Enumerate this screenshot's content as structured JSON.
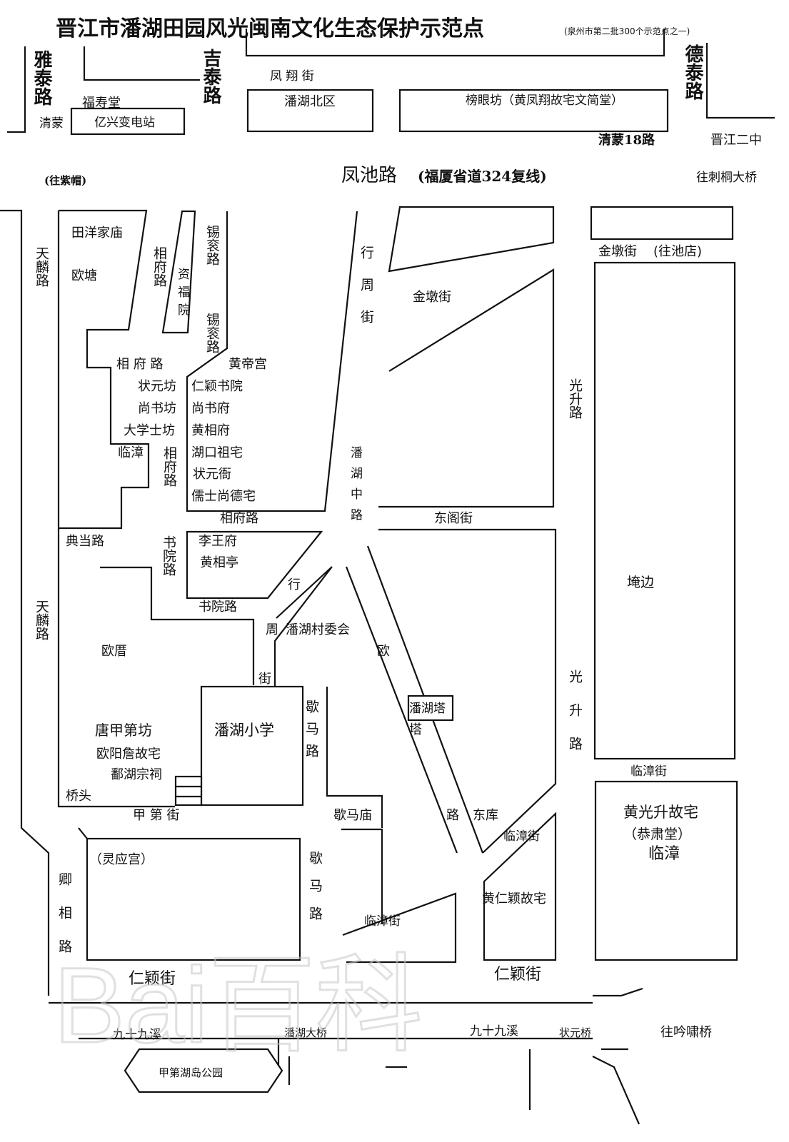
{
  "title": "晋江市潘湖田园风光闽南文化生态保护示范点",
  "subtitle": "(泉州市第二批300个示范点之一)",
  "roads": {
    "yatai": "雅泰路",
    "jitai": "吉泰路",
    "detai": "德泰路",
    "fengxiang": "凤 翔 街",
    "qingmeng": "清蒙",
    "qingmeng18": "清蒙18路",
    "fengchi": "凤池路",
    "fengchi_note": "(福厦省道324复线)",
    "to_ziMao": "(往紫帽)",
    "to_citong": "往刺桐大桥",
    "tianlin_1": "天麟路",
    "tianlin_2": "天麟路",
    "xiangfu_v1": "相府路",
    "xigun_1": "锡衮路",
    "xigun_2": "锡衮路",
    "xiangfu_h": "相 府 路",
    "xiangfu_v2": "相府路",
    "xiangfu_h2": "相府路",
    "xingzhou_1": "行周街",
    "xingzhou_2": "行",
    "xingzhou_3": "周",
    "xingzhou_4": "街",
    "jindun_1": "金墩街",
    "jindun_2": "金墩街",
    "to_chidian": "(往池店)",
    "guangsheng_1": "光升路",
    "guangsheng_2": "光升路",
    "panhu_mid": "潘湖中路",
    "dongge": "东阁街",
    "diandang": "典当路",
    "shuyuan_v": "书院路",
    "shuyuan_h": "书院路",
    "ou_road": "欧",
    "ou_road2": "路",
    "xiema_1": "歇马路",
    "xiema_2": "歇马路",
    "jiadi": "甲 第 街",
    "linzhang_1": "临漳街",
    "linzhang_2": "临漳街",
    "linzhang_3": "临漳街",
    "qingxiang": "卿相路",
    "renying_1": "仁颖街",
    "renying_2": "仁颖街",
    "jiushijiu_1": "九十九溪",
    "jiushijiu_2": "九十九溪",
    "panhu_bridge": "潘湖大桥",
    "zhuangyuan_bridge": "状元桥",
    "to_yinxiao": "往吟啸桥",
    "linzhang_gate": "临漳"
  },
  "places": {
    "fushoutang": "福寿堂",
    "yixing": "亿兴变电站",
    "panhu_north": "潘湖北区",
    "bangyan": "榜眼坊（黄凤翔故宅文简堂）",
    "jinjiang2": "晋江二中",
    "tianyang": "田洋家庙",
    "outang": "欧塘",
    "zifuyuan": "资福院",
    "huangdigong": "黄帝宫",
    "zhuangyuanfang": "状元坊",
    "renying_academy": "仁颖书院",
    "shangshufang": "尚书坊",
    "shangshufu": "尚书府",
    "daxueshi": "大学士坊",
    "huangxiangfu": "黄相府",
    "linzhang_place": "临漳",
    "hukou": "湖口祖宅",
    "zhuangyuanya": "状元衙",
    "rushi": "儒士尚德宅",
    "liwangfu": "李王府",
    "huangxiangting": "黄相亭",
    "cunweihui": "潘湖村委会",
    "ou_cuo": "欧厝",
    "school": "潘湖小学",
    "tangjia": "唐甲第坊",
    "ouyang": "欧阳詹故宅",
    "pohu": "鄱湖宗祠",
    "qiaotou": "桥头",
    "pagoda": "潘湖塔",
    "pagoda_2": "塔",
    "xiema_temple": "歇马庙",
    "dongku": "东库",
    "yanbian": "埯边",
    "huang_gs": "黄光升故宅",
    "gongsu": "（恭肃堂）",
    "lingying": "（灵应宫）",
    "huangrenying": "黄仁颖故宅",
    "park": "甲第湖岛公园"
  },
  "watermark": "Bai百科"
}
